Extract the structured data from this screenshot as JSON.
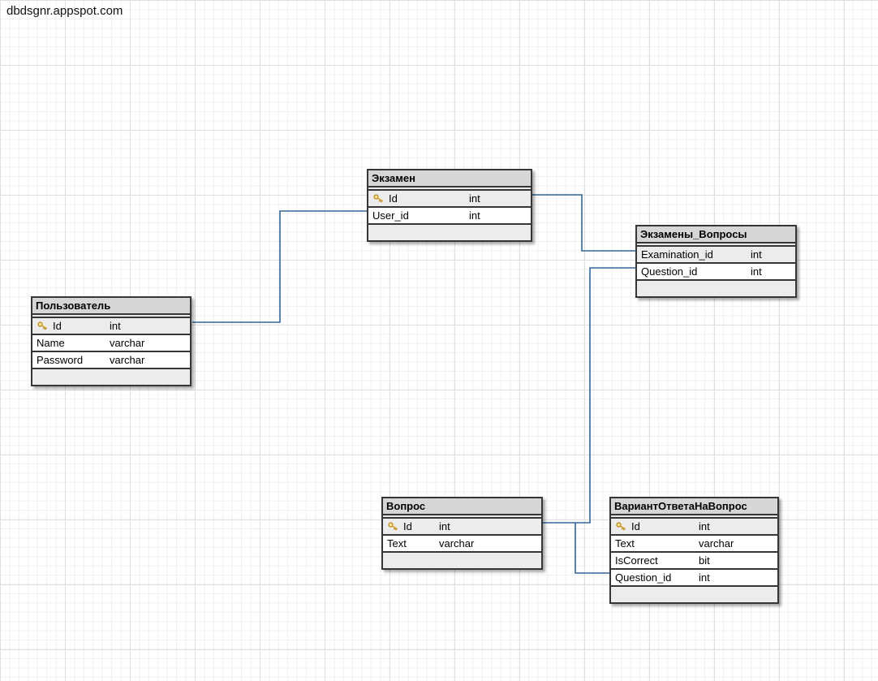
{
  "page": {
    "title": "dbdsgnr.appspot.com"
  },
  "colors": {
    "relation_line": "#336699",
    "table_header_bg": "#d6d6d6",
    "highlight_row_bg": "#ececec",
    "table_border": "#363636",
    "grid_minor": "#f0f0f0",
    "grid_major": "#dedede"
  },
  "tables": [
    {
      "name": "Пользователь",
      "fields": [
        {
          "name": "Id",
          "type": "int",
          "pk": true
        },
        {
          "name": "Name",
          "type": "varchar",
          "pk": false
        },
        {
          "name": "Password",
          "type": "varchar",
          "pk": false
        }
      ]
    },
    {
      "name": "Экзамен",
      "fields": [
        {
          "name": "Id",
          "type": "int",
          "pk": true
        },
        {
          "name": "User_id",
          "type": "int",
          "pk": false
        }
      ]
    },
    {
      "name": "Экзамены_Вопросы",
      "fields": [
        {
          "name": "Examination_id",
          "type": "int",
          "pk": false
        },
        {
          "name": "Question_id",
          "type": "int",
          "pk": false
        }
      ]
    },
    {
      "name": "Вопрос",
      "fields": [
        {
          "name": "Id",
          "type": "int",
          "pk": true
        },
        {
          "name": "Text",
          "type": "varchar",
          "pk": false
        }
      ]
    },
    {
      "name": "ВариантОтветаНаВопрос",
      "fields": [
        {
          "name": "Id",
          "type": "int",
          "pk": true
        },
        {
          "name": "Text",
          "type": "varchar",
          "pk": false
        },
        {
          "name": "IsCorrect",
          "type": "bit",
          "pk": false
        },
        {
          "name": "Question_id",
          "type": "int",
          "pk": false
        }
      ]
    }
  ],
  "relations": [
    {
      "from": "Пользователь.Id",
      "to": "Экзамен.User_id"
    },
    {
      "from": "Экзамен.Id",
      "to": "Экзамены_Вопросы.Examination_id"
    },
    {
      "from": "Вопрос.Id",
      "to": "Экзамены_Вопросы.Question_id"
    },
    {
      "from": "Вопрос.Id",
      "to": "ВариантОтветаНаВопрос.Question_id"
    }
  ]
}
